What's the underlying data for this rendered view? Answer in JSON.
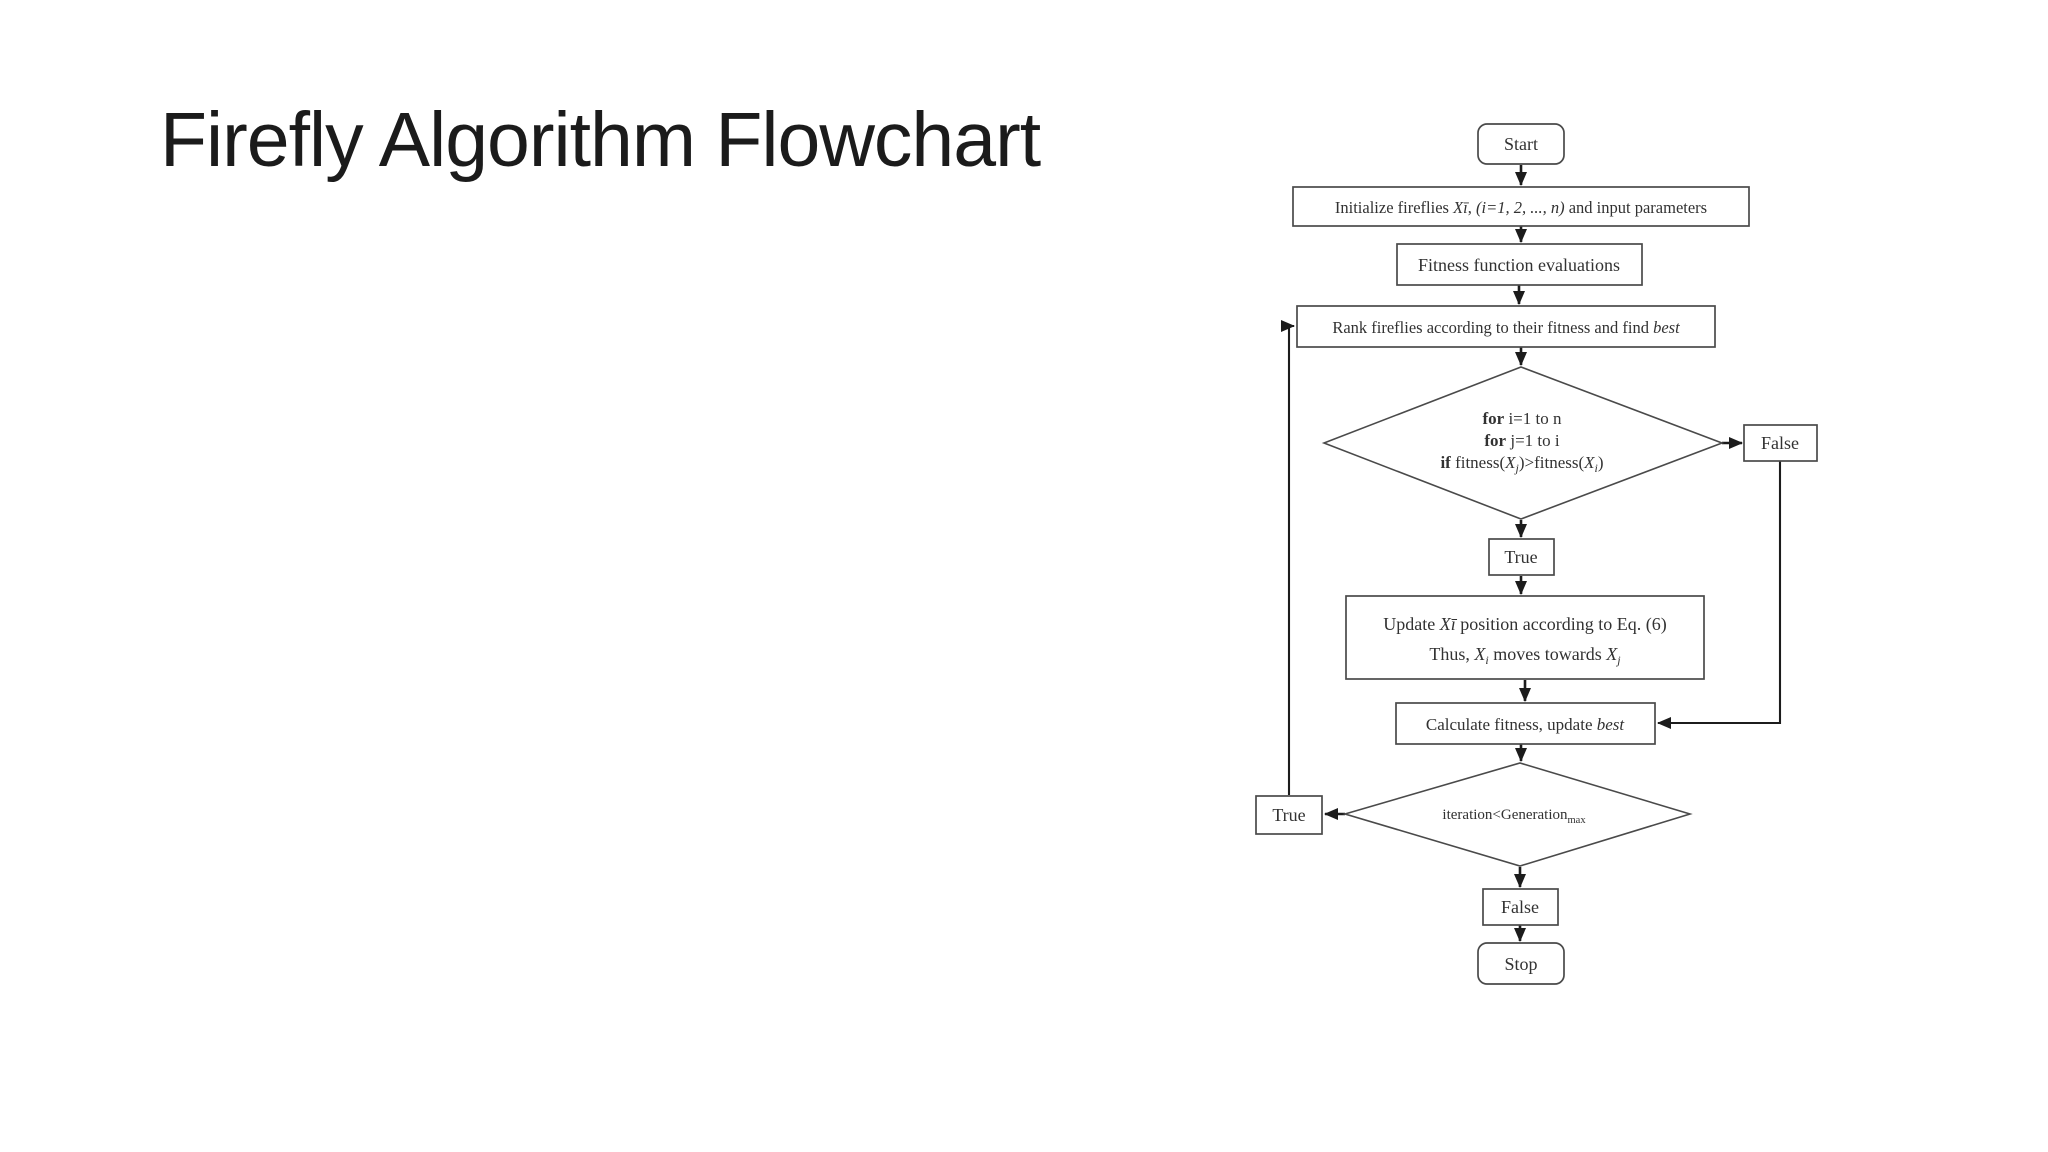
{
  "slide": {
    "title": "Firefly Algorithm Flowchart"
  },
  "colors": {
    "background": "#ffffff",
    "title_text": "#1b1b1b",
    "diagram_box_stroke": "#4a4a4a",
    "diagram_arrow": "#1c1c1c",
    "diagram_text": "#323232"
  },
  "flowchart": {
    "start": {
      "label": "Start"
    },
    "initialize": {
      "pre": "Initialize fireflies ",
      "var": "Xī",
      "sep": ", ",
      "range": "(i=1, 2, ..., n)",
      "post": " and input parameters"
    },
    "fitness_eval": {
      "label": "Fitness function evaluations"
    },
    "rank": {
      "pre": "Rank fireflies according to their fitness and find ",
      "em": "best"
    },
    "loop_decision": {
      "l1_kw": "for",
      "l1": " i=1 to n",
      "l2_kw": "for",
      "l2": " j=1 to i",
      "l3_kw": "if",
      "l3_a": " fitness(",
      "l3_x1": "X",
      "l3_s1": "j",
      "l3_b": ")>fitness(",
      "l3_x2": "X",
      "l3_s2": "i",
      "l3_c": ")"
    },
    "true_label": {
      "label": "True"
    },
    "false_label": {
      "label": "False"
    },
    "update": {
      "l1_a": "Update ",
      "l1_var": "Xī",
      "l1_b": " position according to Eq. (6)",
      "l2_a": "Thus, ",
      "l2_x1": "X",
      "l2_s1": "i",
      "l2_b": " moves towards ",
      "l2_x2": "X",
      "l2_s2": "j"
    },
    "calculate": {
      "pre": "Calculate fitness, update ",
      "em": "best"
    },
    "generation_decision": {
      "pre": "iteration<Generation",
      "sub": "max"
    },
    "loop_true": {
      "label": "True"
    },
    "exit_false": {
      "label": "False"
    },
    "stop": {
      "label": "Stop"
    }
  }
}
